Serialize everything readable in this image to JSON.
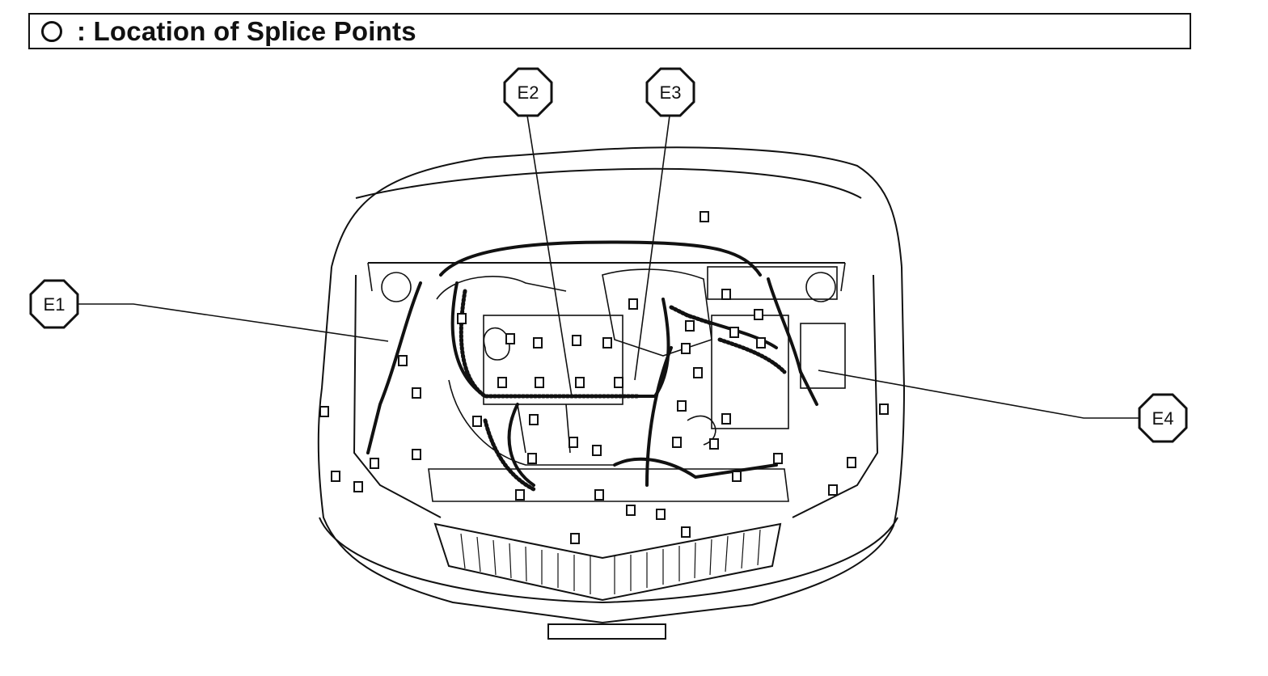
{
  "header": {
    "legend_symbol": "circle-icon",
    "title": ": Location of Splice Points"
  },
  "splice_points": [
    {
      "id": "E1",
      "label": "E1"
    },
    {
      "id": "E2",
      "label": "E2"
    },
    {
      "id": "E3",
      "label": "E3"
    },
    {
      "id": "E4",
      "label": "E4"
    }
  ]
}
